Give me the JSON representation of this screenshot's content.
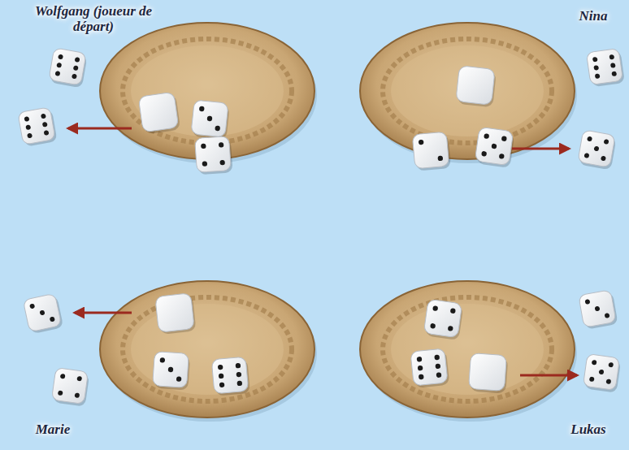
{
  "diagram": {
    "labels": [
      "Wolfgang (joueur de départ)",
      "Nina",
      "Marie",
      "Lukas"
    ]
  }
}
